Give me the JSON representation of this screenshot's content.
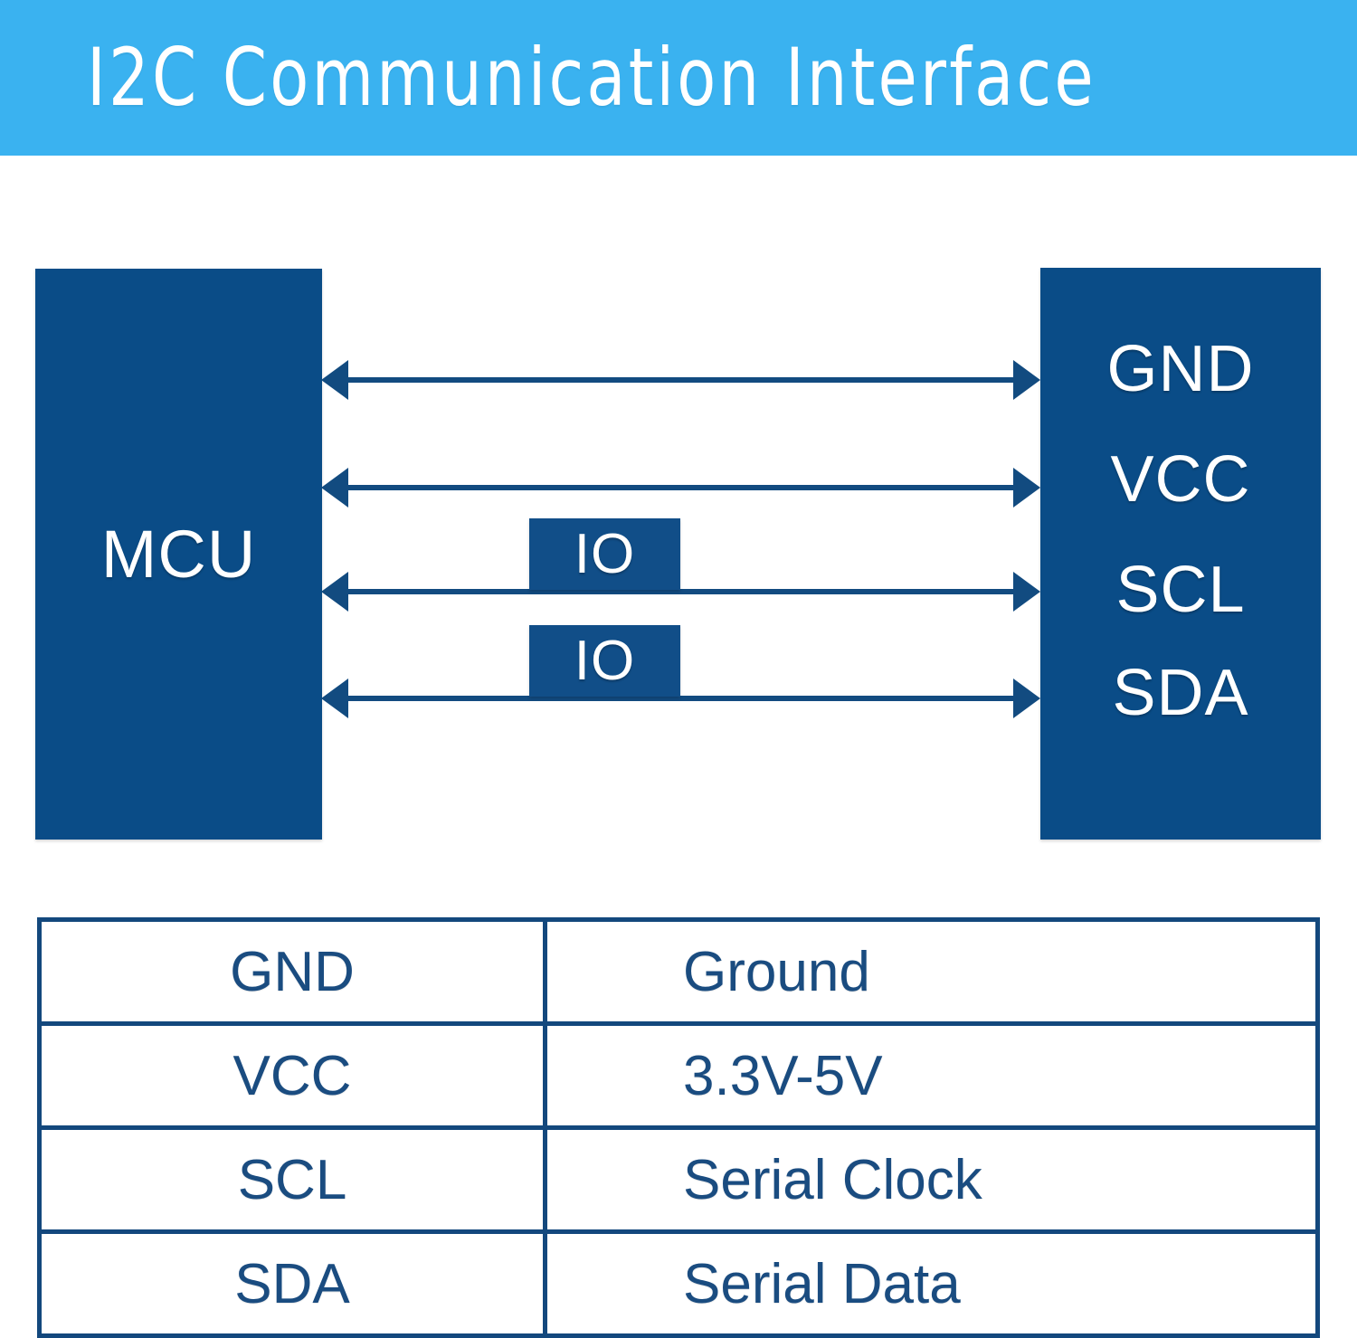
{
  "header": {
    "title": "I2C Communication Interface",
    "background_color": "#3AB2F0",
    "text_color": "#FFFFFF"
  },
  "theme": {
    "dark_blue": "#0A4C87",
    "line_blue": "#124B80",
    "table_border": "#13487D",
    "table_text": "#1A4C80",
    "page_background": "#FFFFFF"
  },
  "diagram": {
    "type": "block-diagram",
    "mcu_block": {
      "label": "MCU"
    },
    "device_block": {
      "pins": [
        {
          "label": "GND"
        },
        {
          "label": "VCC"
        },
        {
          "label": "SCL"
        },
        {
          "label": "SDA"
        }
      ]
    },
    "io_tags": [
      {
        "label": "IO"
      },
      {
        "label": "IO"
      }
    ],
    "connections": [
      {
        "signal": "GND",
        "arrow": "bidirectional"
      },
      {
        "signal": "VCC",
        "arrow": "bidirectional"
      },
      {
        "signal": "SCL",
        "arrow": "bidirectional"
      },
      {
        "signal": "SDA",
        "arrow": "bidirectional"
      }
    ]
  },
  "pin_table": {
    "rows": [
      {
        "signal": "GND",
        "description": "Ground"
      },
      {
        "signal": "VCC",
        "description": "3.3V-5V"
      },
      {
        "signal": "SCL",
        "description": "Serial Clock"
      },
      {
        "signal": "SDA",
        "description": "Serial Data"
      }
    ]
  }
}
